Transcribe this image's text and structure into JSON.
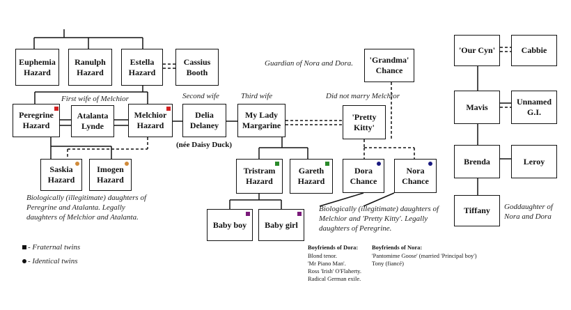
{
  "people": {
    "euphemia": "Euphemia\nHazard",
    "ranulph": "Ranulph\nHazard",
    "estella": "Estella\nHazard",
    "cassius": "Cassius\nBooth",
    "peregrine": "Peregrine\nHazard",
    "atalanta": "Atalanta\nLynde",
    "melchior": "Melchior\nHazard",
    "delia": "Delia\nDelaney",
    "margarine": "My Lady\nMargarine",
    "pretty_kitty": "'Pretty\nKitty'",
    "grandma": "'Grandma'\nChance",
    "saskia": "Saskia\nHazard",
    "imogen": "Imogen\nHazard",
    "tristram": "Tristram\nHazard",
    "gareth": "Gareth\nHazard",
    "dora": "Dora\nChance",
    "nora": "Nora\nChance",
    "baby_boy": "Baby boy",
    "baby_girl": "Baby girl",
    "our_cyn": "'Our Cyn'",
    "cabbie": "Cabbie",
    "mavis": "Mavis",
    "unnamed_gi": "Unnamed\nG.I.",
    "brenda": "Brenda",
    "leroy": "Leroy",
    "tiffany": "Tiffany"
  },
  "annotations": {
    "first_wife": "First wife of Melchior",
    "second_wife": "Second wife",
    "third_wife": "Third wife",
    "did_not_marry": "Did not marry Melchior",
    "guardian": "Guardian of Nora and Dora.",
    "nee_daisy": "(née Daisy Duck)",
    "saskia_imogen_note": "Biologically (illegitimate) daughters of\nPeregrine and Atalanta. Legally\ndaughters of Melchior and Atalanta.",
    "dora_nora_note": "Biologically (illegitimate) daughters of\nMelchior and 'Pretty Kitty'. Legally\ndaughters of Peregrine.",
    "goddaughter": "Goddaughter of\nNora and Dora"
  },
  "legend": {
    "fraternal": "- Fraternal twins",
    "identical": "- Identical twins"
  },
  "boyfriends": {
    "dora_title": "Boyfriends of Dora:",
    "dora_list": "Blond tenor.\n'Mr Piano Man'.\nRoss 'Irish' O'Flaherty.\nRadical German exile.",
    "nora_title": "Boyfriends of Nora:",
    "nora_list": "'Pantomime Goose' (married 'Principal boy')\nTony (fiancé)"
  },
  "colors": {
    "red_twins": "#d42020",
    "orange_twins": "#d08a3a",
    "green_twins": "#2a8a2a",
    "navy_twins": "#1a1a80",
    "purple_twins": "#7a1a7a"
  }
}
